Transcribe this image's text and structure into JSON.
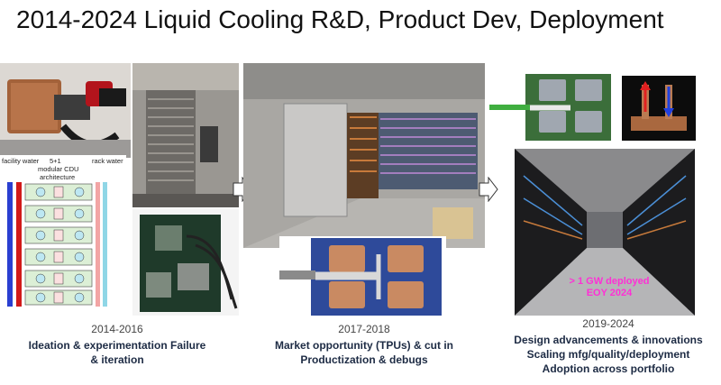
{
  "slide": {
    "title": "2014-2024 Liquid Cooling R&D, Product Dev, Deployment"
  },
  "diagram": {
    "facility_water": "facility water",
    "rack_water": "rack water",
    "arch_line1": "5+1",
    "arch_line2": "modular CDU",
    "arch_line3": "architecture"
  },
  "gw_note": {
    "line1": "> 1 GW deployed",
    "line2": "EOY 2024"
  },
  "captions": [
    {
      "years": "2014-2016",
      "lines": [
        "Ideation & experimentation Failure",
        "& iteration"
      ]
    },
    {
      "years": "2017-2018",
      "lines": [
        "Market opportunity (TPUs) & cut in",
        "Productization & debugs"
      ]
    },
    {
      "years": "2019-2024",
      "lines": [
        "Design advancements & innovations",
        "Scaling mfg/quality/deployment",
        "Adoption across portfolio"
      ]
    }
  ],
  "colors": {
    "caption_text": "#1d2b44",
    "accent_magenta": "#ff2fd6"
  }
}
